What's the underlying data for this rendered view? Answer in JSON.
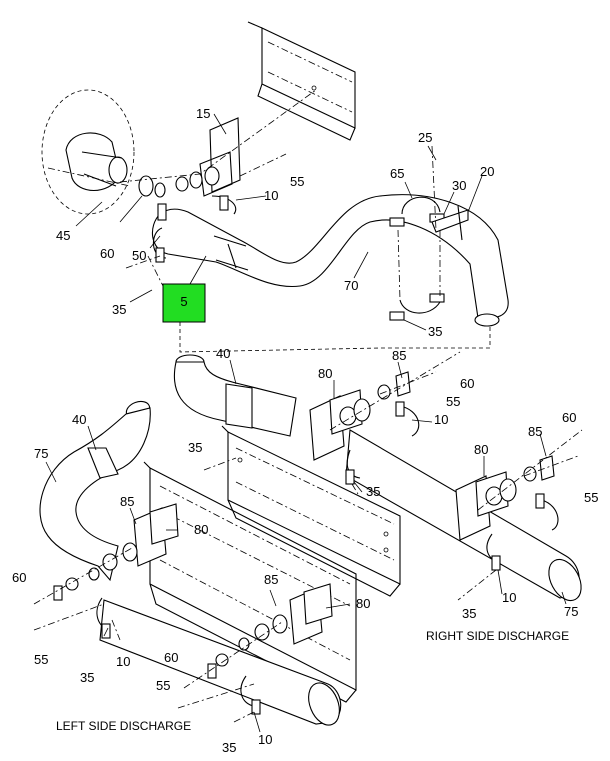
{
  "captions": {
    "left": "LEFT SIDE DISCHARGE",
    "right": "RIGHT SIDE DISCHARGE"
  },
  "highlight": {
    "label": "5",
    "color": "#22dd22"
  },
  "labels": {
    "top_15": "15",
    "top_25": "25",
    "top_20": "20",
    "top_65": "65",
    "top_30": "30",
    "top_55": "55",
    "top_10": "10",
    "top_45": "45",
    "top_60": "60",
    "top_50": "50",
    "top_70": "70",
    "top_35a": "35",
    "top_35b": "35",
    "mid_40": "40",
    "mid_80": "80",
    "mid_85": "85",
    "mid_60": "60",
    "mid_55": "55",
    "mid_10": "10",
    "mid_35a": "35",
    "mid_35b": "35",
    "r_80": "80",
    "r_85": "85",
    "r_60": "60",
    "r_55": "55",
    "r_10": "10",
    "r_35": "35",
    "r_75": "75",
    "l_40": "40",
    "l_75": "75",
    "l_85a": "85",
    "l_80a": "80",
    "l_60a": "60",
    "l_55a": "55",
    "l_10a": "10",
    "l_35a": "35",
    "l_85b": "85",
    "l_80b": "80",
    "l_60b": "60",
    "l_55b": "55",
    "l_10b": "10",
    "l_35b": "35"
  }
}
